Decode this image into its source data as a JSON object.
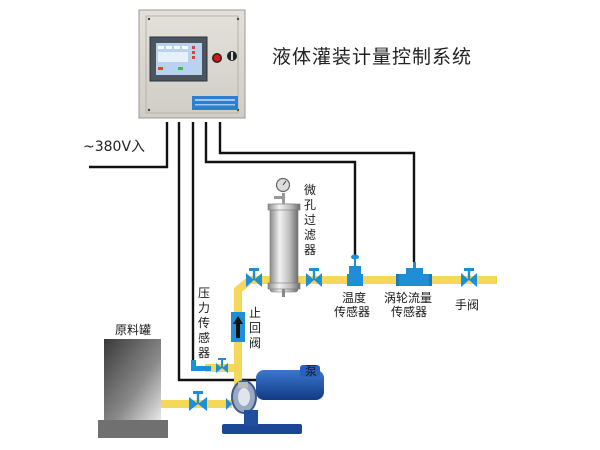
{
  "title": "液体灌装计量控制系统",
  "power_label": "~380V入",
  "control_cabinet": {
    "name": "control-cabinet",
    "has_touchscreen": true,
    "nameplate_color": "#2f7fd0"
  },
  "components": {
    "raw_tank": "原料罐",
    "pressure_sensor": "压力传感器",
    "check_valve": "止回阀",
    "micro_filter": "微孔过滤器",
    "temp_sensor": "温度传感器",
    "temp_sensor_line1": "温度",
    "temp_sensor_line2": "传感器",
    "flow_sensor": "涡轮流量传感器",
    "flow_sensor_line1": "涡轮流量",
    "flow_sensor_line2": "传感器",
    "manual_valve": "手阀",
    "pump": "泵"
  },
  "colors": {
    "pipe": "#f5d85a",
    "valve": "#1e8fd6",
    "wire": "#111111",
    "pump": "#1f4fa8",
    "cabinet": "#d8d6cf"
  }
}
